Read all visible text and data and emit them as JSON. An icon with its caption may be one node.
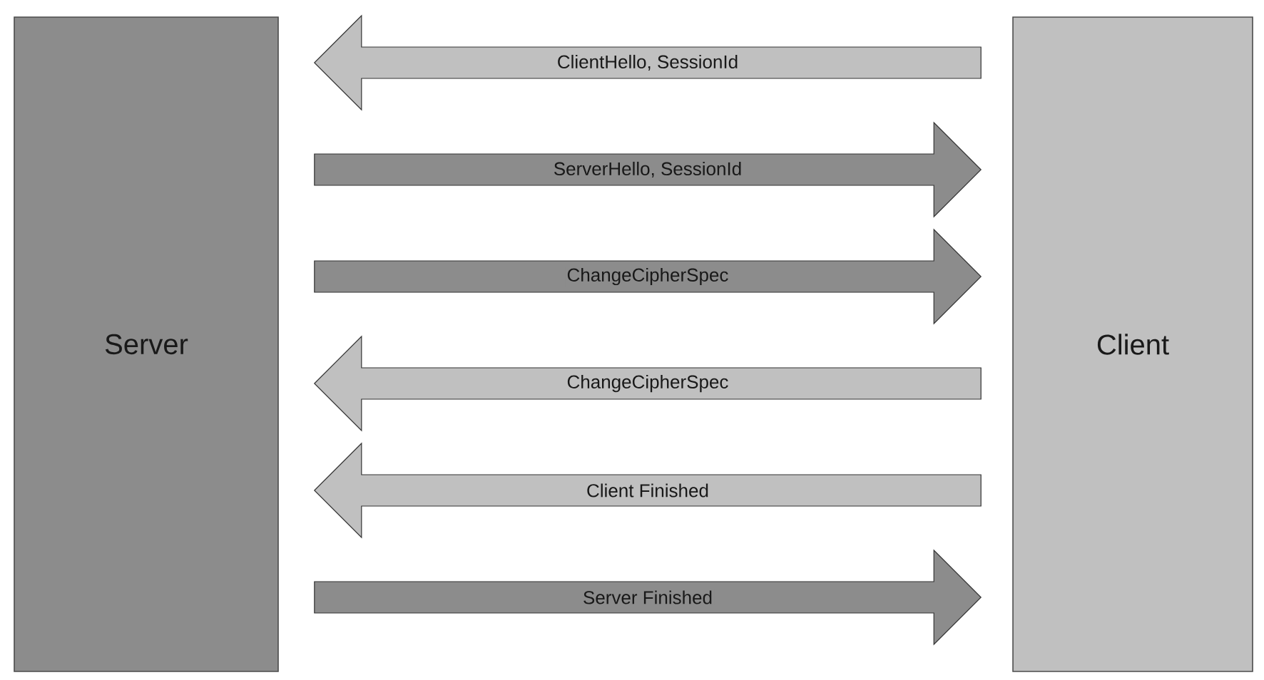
{
  "diagram": {
    "nodes": [
      {
        "text": [
          "Server"
        ]
      },
      {
        "text": [
          "Client"
        ]
      }
    ],
    "edges": [
      {
        "from": 1,
        "to": 0,
        "arrow": "to",
        "label": "ClientHello, SessionId",
        "color": "#c0c0c0"
      },
      {
        "from": 0,
        "to": 1,
        "arrow": "to",
        "label": "ServerHello, SessionId",
        "color": "#8c8c8c"
      },
      {
        "from": 0,
        "to": 1,
        "arrow": "to",
        "label": "ChangeCipherSpec",
        "color": "#8c8c8c"
      },
      {
        "from": 1,
        "to": 0,
        "arrow": "to",
        "label": "ChangeCipherSpec",
        "color": "#c0c0c0"
      },
      {
        "from": 1,
        "to": 0,
        "arrow": "to",
        "label": "Client Finished",
        "color": "#c0c0c0"
      },
      {
        "from": 0,
        "to": 1,
        "arrow": "to",
        "label": "Server Finished",
        "color": "#8c8c8c"
      }
    ]
  }
}
